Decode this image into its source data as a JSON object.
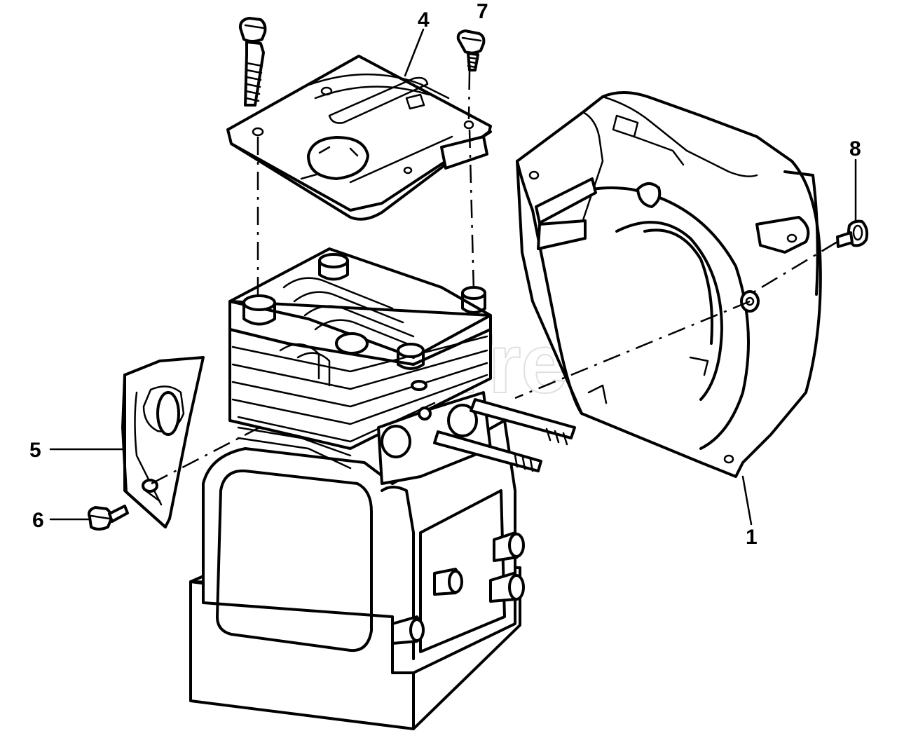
{
  "diagram": {
    "callouts": [
      {
        "id": "c1",
        "label": "1"
      },
      {
        "id": "c4",
        "label": "4"
      },
      {
        "id": "c5",
        "label": "5"
      },
      {
        "id": "c6",
        "label": "6"
      },
      {
        "id": "c7",
        "label": "7"
      },
      {
        "id": "c8",
        "label": "8"
      }
    ],
    "watermark": {
      "text": "PartsTree",
      "mark": "™"
    }
  }
}
